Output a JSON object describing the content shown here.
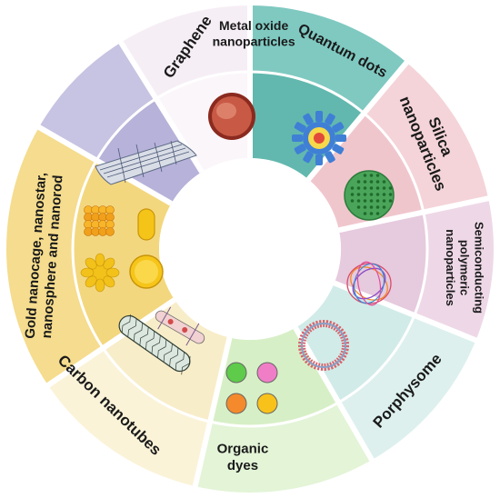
{
  "segments": [
    {
      "id": "graphene",
      "label": [
        "Graphene"
      ],
      "outer_color": "#f6eef5",
      "inner_color": "#fbf6fa",
      "icon": "graphene-sheet"
    },
    {
      "id": "metal",
      "label": [
        "Metal oxide",
        "nanoparticles"
      ],
      "outer_color": "#7fc9c1",
      "inner_color": "#62b8ae",
      "label_color": "#ffffff",
      "icon": "metal-oxide-sphere"
    },
    {
      "id": "qdots",
      "label": [
        "Quantum dots"
      ],
      "outer_color": "#f4d4d9",
      "inner_color": "#f0c6cd",
      "icon": "quantum-dot-gear"
    },
    {
      "id": "silica",
      "label": [
        "Silica",
        "nanoparticles"
      ],
      "outer_color": "#eed8e7",
      "inner_color": "#e6cadd",
      "icon": "silica-sphere"
    },
    {
      "id": "semi",
      "label": [
        "Semiconducting",
        "polymeric",
        "nanoparticles"
      ],
      "outer_color": "#ddf0ee",
      "inner_color": "#d1ebe8",
      "icon": "polymer-ball"
    },
    {
      "id": "porph",
      "label": [
        "Porphysome"
      ],
      "outer_color": "#e3f4d7",
      "inner_color": "#d7efc6",
      "icon": "porphysome-ring"
    },
    {
      "id": "dyes",
      "label": [
        "Organic",
        "dyes"
      ],
      "outer_color": "#fbf3d8",
      "inner_color": "#f8edc9",
      "icon": "dye-dots"
    },
    {
      "id": "cnt",
      "label": [
        "Carbon nanotubes"
      ],
      "outer_color": "#f5dc8e",
      "inner_color": "#f3d77f",
      "icon": "carbon-nanotube"
    },
    {
      "id": "gold",
      "label": [
        "Gold nanocage, nanostar,",
        "nanosphere and nanorod"
      ],
      "outer_color": "#c7c3e2",
      "inner_color": "#b7b2d9",
      "label_color": "#ffffff",
      "icon": "gold-nanoparticles"
    }
  ],
  "dye_colors": [
    "#5ecb4a",
    "#f07ec7",
    "#f48a2c",
    "#f8c21a"
  ]
}
